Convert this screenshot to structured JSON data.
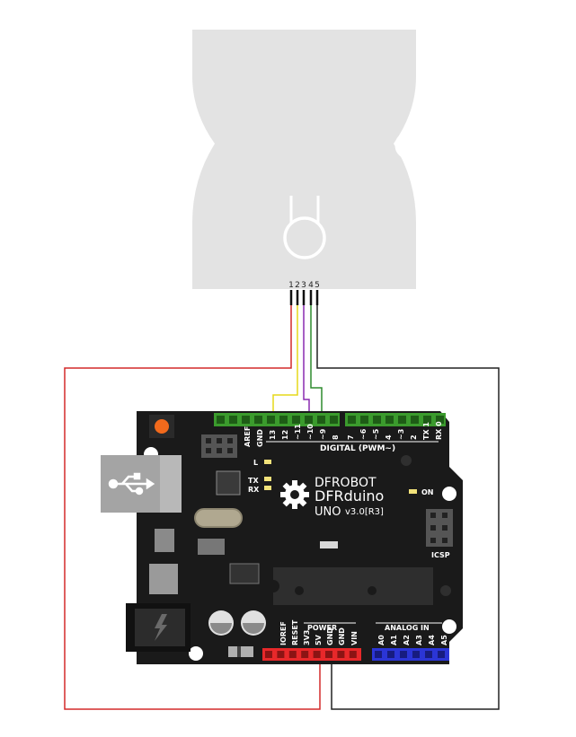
{
  "module": {
    "pin_numbers": [
      "1",
      "2",
      "3",
      "4",
      "5"
    ]
  },
  "board": {
    "brand": "DFROBOT",
    "product": "DFRduino",
    "model": "UNO",
    "version": "v3.0[R3]",
    "digital_header_label": "DIGITAL (PWM~)",
    "digital_pins": [
      "GND",
      "13",
      "12",
      "~11",
      "~10",
      "~9",
      "8",
      "7",
      "~6",
      "~5",
      "4",
      "~3",
      "2",
      "TX 1",
      "RX 0"
    ],
    "aref_label": "AREF",
    "led_labels": [
      "L",
      "TX",
      "RX"
    ],
    "on_label": "ON",
    "icsp_label": "ICSP",
    "power_label": "POWER",
    "power_pins": [
      "IOREF",
      "RESET",
      "3V3",
      "5V",
      "GND",
      "GND",
      "VIN"
    ],
    "analog_label": "ANALOG IN",
    "analog_pins": [
      "A0",
      "A1",
      "A2",
      "A3",
      "A4",
      "A5"
    ]
  },
  "colors": {
    "board": "#1a1a1a",
    "module": "#e3e3e3",
    "header_digital": "#3b9b2d",
    "header_power": "#e8282a",
    "header_analog": "#2b35d6",
    "wire_red": "#d42a2a",
    "wire_yellow": "#e6d81a",
    "wire_purple": "#8a2bb0",
    "wire_green": "#2e8b2e",
    "wire_black": "#222222",
    "reset_button": "#f26a1c"
  }
}
